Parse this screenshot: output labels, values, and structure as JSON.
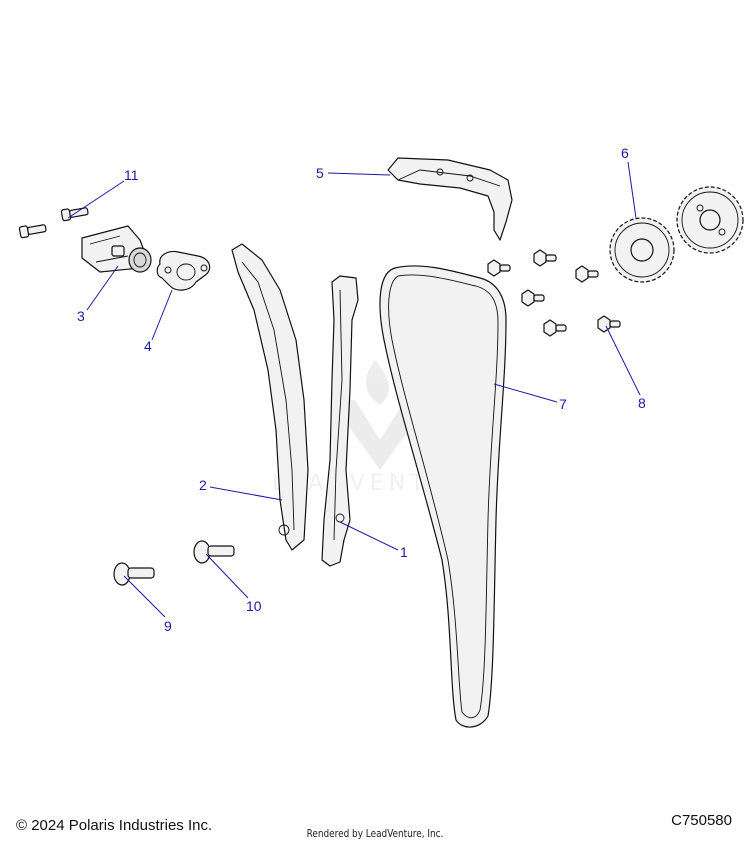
{
  "callouts": [
    {
      "id": "1",
      "label": "1"
    },
    {
      "id": "2",
      "label": "2"
    },
    {
      "id": "3",
      "label": "3"
    },
    {
      "id": "4",
      "label": "4"
    },
    {
      "id": "5",
      "label": "5"
    },
    {
      "id": "6",
      "label": "6"
    },
    {
      "id": "7",
      "label": "7"
    },
    {
      "id": "8",
      "label": "8"
    },
    {
      "id": "9",
      "label": "9"
    },
    {
      "id": "10",
      "label": "10"
    },
    {
      "id": "11",
      "label": "11"
    }
  ],
  "watermark": "LEADVENTURE",
  "footer": {
    "copyright": "© 2024 Polaris Industries Inc.",
    "rendered_by": "Rendered by LeadVenture, Inc.",
    "diagram_code": "C750580"
  },
  "colors": {
    "callout": "#1a1aa8",
    "outline": "#111111"
  }
}
